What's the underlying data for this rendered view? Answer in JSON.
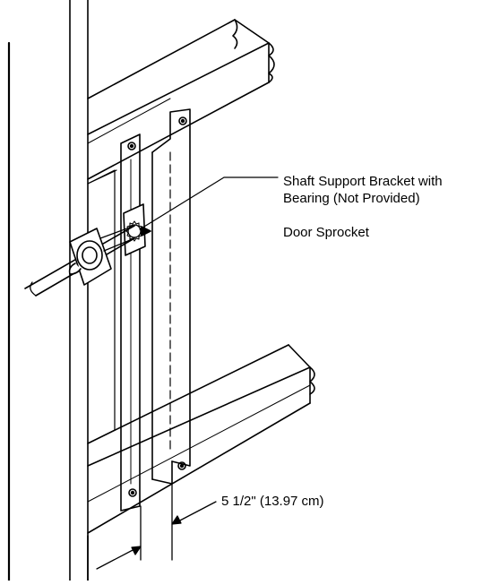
{
  "labels": {
    "bracket_line1": "Shaft Support Bracket with",
    "bracket_line2": "Bearing (Not Provided)",
    "sprocket": "Door Sprocket",
    "dimension": "5 1/2\" (13.97 cm)"
  },
  "colors": {
    "ink": "#000000",
    "paper": "#ffffff"
  }
}
